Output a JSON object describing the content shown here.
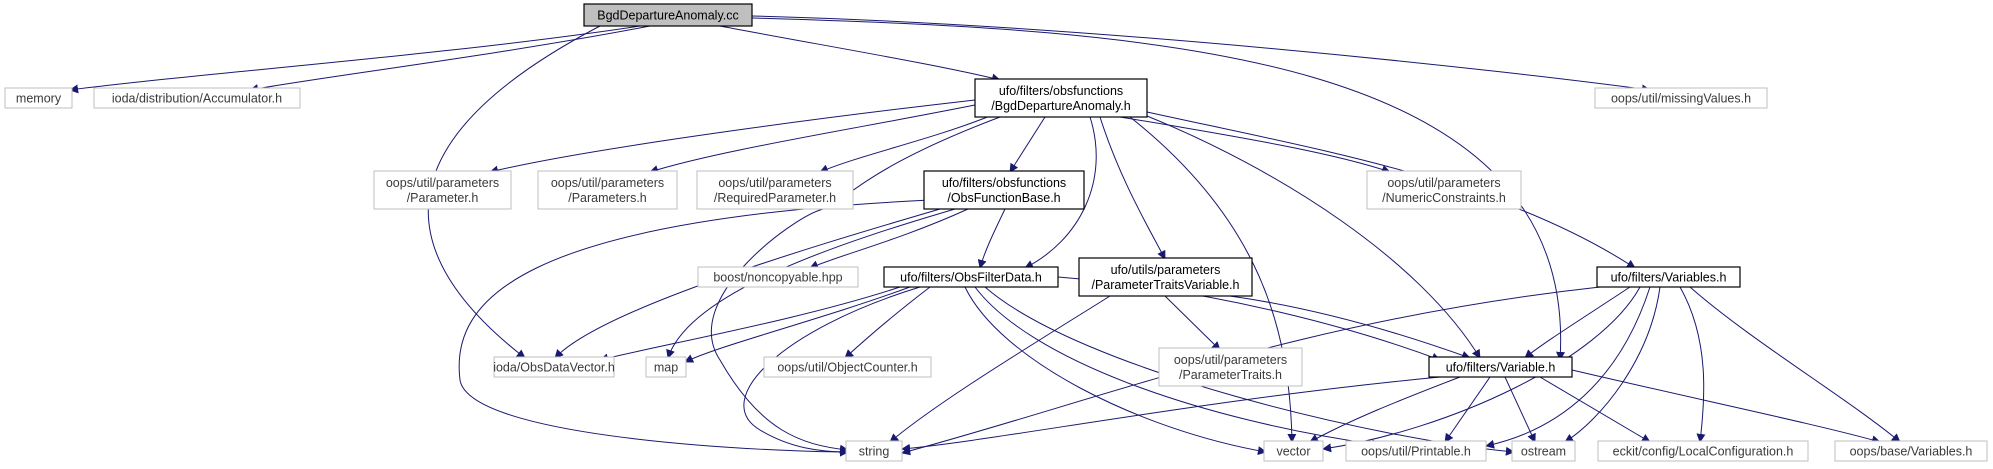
{
  "colors": {
    "edge": "#191970",
    "root_fill": "#bfbfbf",
    "file_border": "#000000",
    "ext_border": "#bfbfbf"
  },
  "nodes": {
    "root": [
      "BgdDepartureAnomaly.cc"
    ],
    "memory": [
      "memory"
    ],
    "accumulator": [
      "ioda/distribution/Accumulator.h"
    ],
    "obsfn": [
      "ufo/filters/obsfunctions",
      "/BgdDepartureAnomaly.h"
    ],
    "missing": [
      "oops/util/missingValues.h"
    ],
    "param": [
      "oops/util/parameters",
      "/Parameter.h"
    ],
    "params": [
      "oops/util/parameters",
      "/Parameters.h"
    ],
    "reqparam": [
      "oops/util/parameters",
      "/RequiredParameter.h"
    ],
    "obsfnbase": [
      "ufo/filters/obsfunctions",
      "/ObsFunctionBase.h"
    ],
    "numeric": [
      "oops/util/parameters",
      "/NumericConstraints.h"
    ],
    "noncopyable": [
      "boost/noncopyable.hpp"
    ],
    "obsfilterdata": [
      "ufo/filters/ObsFilterData.h"
    ],
    "ptv": [
      "ufo/utils/parameters",
      "/ParameterTraitsVariable.h"
    ],
    "variables_h": [
      "ufo/filters/Variables.h"
    ],
    "pt": [
      "oops/util/parameters",
      "/ParameterTraits.h"
    ],
    "obsdatavector": [
      "ioda/ObsDataVector.h"
    ],
    "map": [
      "map"
    ],
    "objectcounter": [
      "oops/util/ObjectCounter.h"
    ],
    "variable_h": [
      "ufo/filters/Variable.h"
    ],
    "string": [
      "string"
    ],
    "vector": [
      "vector"
    ],
    "printable": [
      "oops/util/Printable.h"
    ],
    "ostream": [
      "ostream"
    ],
    "localconfig": [
      "eckit/config/LocalConfiguration.h"
    ],
    "oopsvariables": [
      "oops/base/Variables.h"
    ]
  }
}
